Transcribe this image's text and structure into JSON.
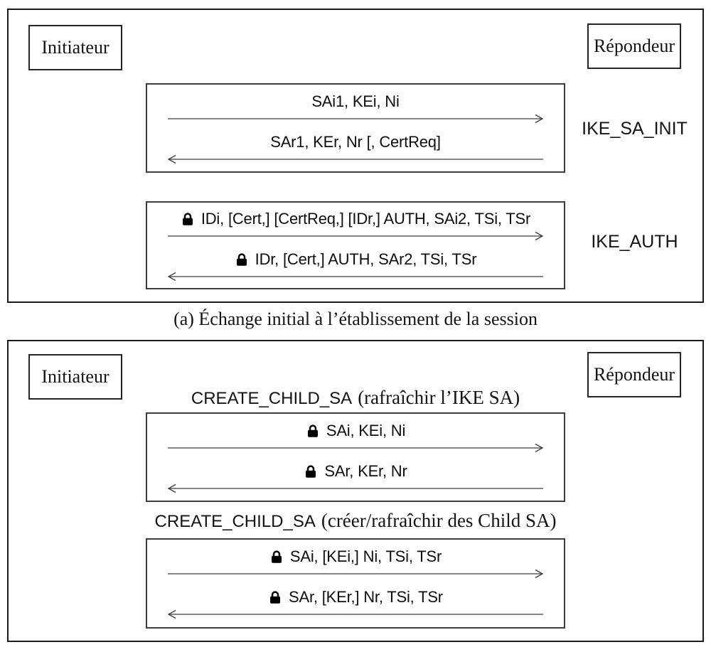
{
  "colors": {
    "ink": "#141414",
    "line": "#3c3c3c",
    "background": "#ffffff"
  },
  "panel_a": {
    "initiator": "Initiateur",
    "responder": "Répondeur",
    "exchanges": [
      {
        "label": "IKE_SA_INIT",
        "messages": [
          {
            "text": "SAi1, KEi, Ni",
            "dir": "right",
            "lock": false
          },
          {
            "text": "SAr1, KEr, Nr [, CertReq]",
            "dir": "left",
            "lock": false
          }
        ]
      },
      {
        "label": "IKE_AUTH",
        "messages": [
          {
            "text": "IDi, [Cert,] [CertReq,] [IDr,] AUTH, SAi2, TSi, TSr",
            "dir": "right",
            "lock": true
          },
          {
            "text": "IDr, [Cert,] AUTH, SAr2, TSi, TSr",
            "dir": "left",
            "lock": true
          }
        ]
      }
    ]
  },
  "caption_a": "(a) Échange initial à l’établissement de la session",
  "panel_b": {
    "initiator": "Initiateur",
    "responder": "Répondeur",
    "exchanges": [
      {
        "title_main": "CREATE_CHILD_SA",
        "title_paren": "(rafraîchir l’IKE SA)",
        "messages": [
          {
            "text": "SAi, KEi, Ni",
            "dir": "right",
            "lock": true
          },
          {
            "text": "SAr, KEr, Nr",
            "dir": "left",
            "lock": true
          }
        ]
      },
      {
        "title_main": "CREATE_CHILD_SA",
        "title_paren": "(créer/rafraîchir des Child SA)",
        "messages": [
          {
            "text": "SAi, [KEi,] Ni, TSi, TSr",
            "dir": "right",
            "lock": true
          },
          {
            "text": "SAr, [KEr,] Nr, TSi, TSr",
            "dir": "left",
            "lock": true
          }
        ]
      }
    ]
  }
}
